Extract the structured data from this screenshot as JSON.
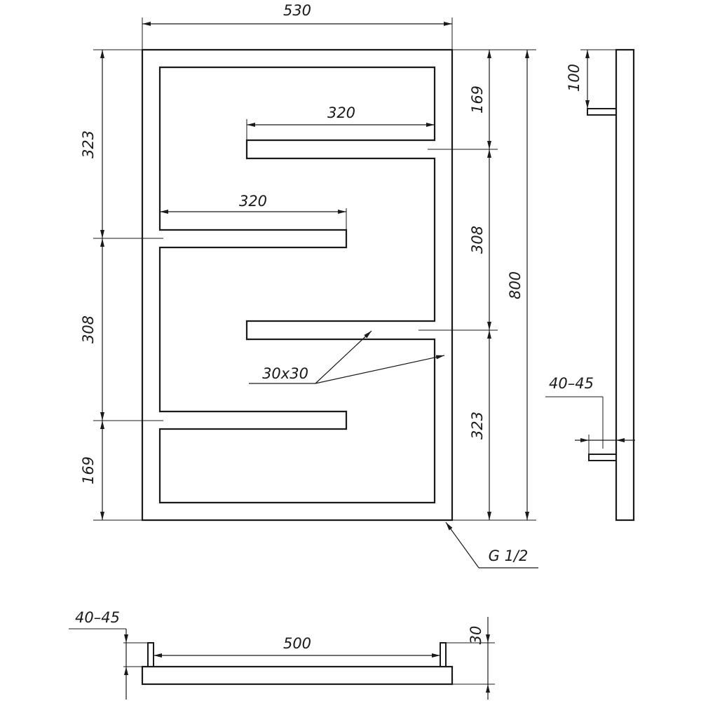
{
  "colors": {
    "stroke": "#1a1a1a",
    "background": "#ffffff"
  },
  "dimensions": {
    "overall_width": "530",
    "overall_height": "800",
    "left_top_segment": "323",
    "left_mid_segment": "308",
    "left_bottom_segment": "169",
    "right_top_segment": "169",
    "right_mid_segment": "308",
    "right_bottom_segment": "323",
    "upper_bar_length": "320",
    "lower_bar_length": "320",
    "tube_section": "30x30",
    "thread": "G 1/2",
    "side_bracket_offset": "100",
    "side_wall_gap": "40–45",
    "bottom_wall_gap": "40–45",
    "connection_spacing": "500",
    "bottom_height": "30"
  }
}
